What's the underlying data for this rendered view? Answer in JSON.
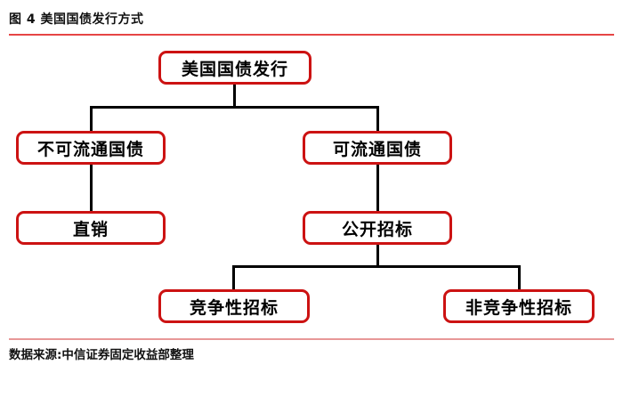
{
  "figure": {
    "title": "图 4 美国国债发行方式",
    "source": "数据来源:中信证券固定收益部整理"
  },
  "colors": {
    "box_border": "#cc1212",
    "header_rule": "#e64545",
    "footer_rule": "#e89898",
    "connector": "#000000",
    "text": "#111111"
  },
  "chart_data": {
    "type": "flowchart",
    "title": "美国国债发行方式",
    "nodes": [
      {
        "id": "root",
        "label": "美国国债发行"
      },
      {
        "id": "nonmarketable",
        "label": "不可流通国债"
      },
      {
        "id": "marketable",
        "label": "可流通国债"
      },
      {
        "id": "direct_sale",
        "label": "直销"
      },
      {
        "id": "public_auction",
        "label": "公开招标"
      },
      {
        "id": "competitive",
        "label": "竞争性招标"
      },
      {
        "id": "noncompetitive",
        "label": "非竞争性招标"
      }
    ],
    "edges": [
      [
        "root",
        "nonmarketable"
      ],
      [
        "root",
        "marketable"
      ],
      [
        "nonmarketable",
        "direct_sale"
      ],
      [
        "marketable",
        "public_auction"
      ],
      [
        "public_auction",
        "competitive"
      ],
      [
        "public_auction",
        "noncompetitive"
      ]
    ]
  }
}
